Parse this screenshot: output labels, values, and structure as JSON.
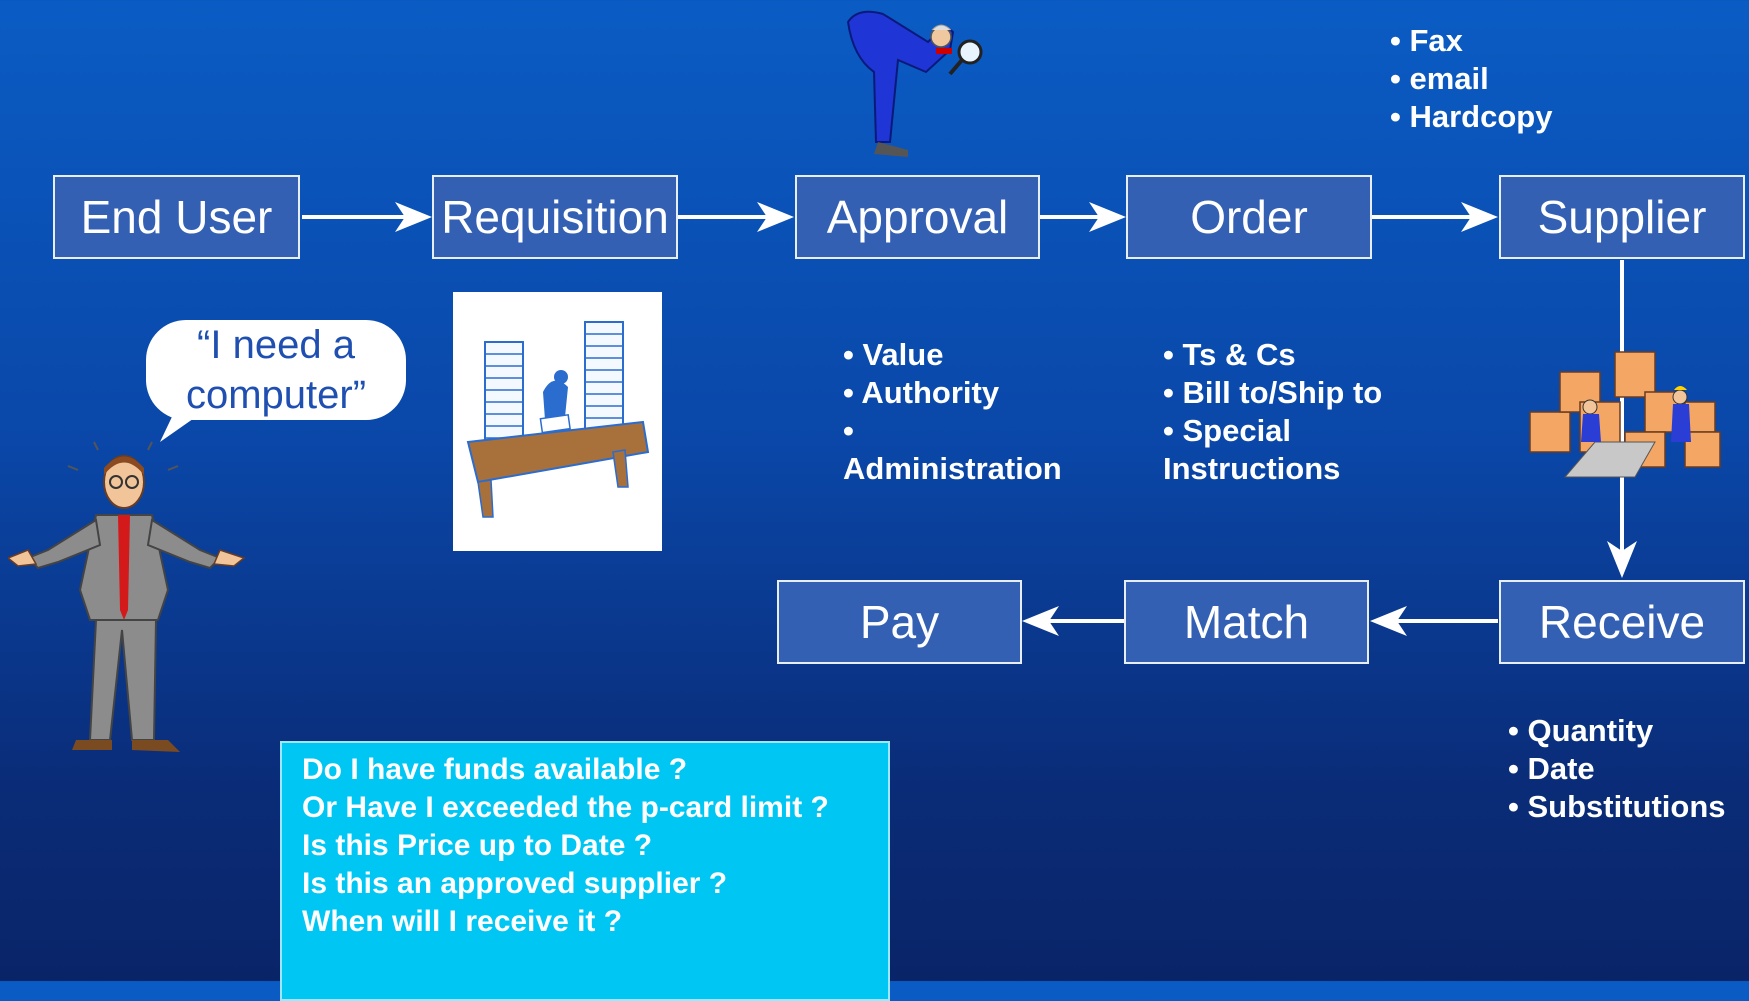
{
  "flow_top": [
    {
      "id": "end-user",
      "label": "End User"
    },
    {
      "id": "requisition",
      "label": "Requisition"
    },
    {
      "id": "approval",
      "label": "Approval"
    },
    {
      "id": "order",
      "label": "Order"
    },
    {
      "id": "supplier",
      "label": "Supplier"
    }
  ],
  "flow_bottom": [
    {
      "id": "pay",
      "label": "Pay"
    },
    {
      "id": "match",
      "label": "Match"
    },
    {
      "id": "receive",
      "label": "Receive"
    }
  ],
  "supplier_notes": [
    "Fax",
    "email",
    "Hardcopy"
  ],
  "approval_notes": [
    "Value",
    "Authority",
    "Administration"
  ],
  "order_notes": [
    "Ts & Cs",
    "Bill to/Ship to",
    "Special Instructions"
  ],
  "receive_notes": [
    "Quantity",
    "Date",
    "Substitutions"
  ],
  "speech": {
    "line1": "“I need a",
    "line2": "computer”"
  },
  "questions": [
    "Do I have funds available ?",
    "Or Have I exceeded the p-card limit ?",
    "Is this Price up to Date ?",
    "Is this an approved supplier ?",
    "When will I receive it ?"
  ]
}
